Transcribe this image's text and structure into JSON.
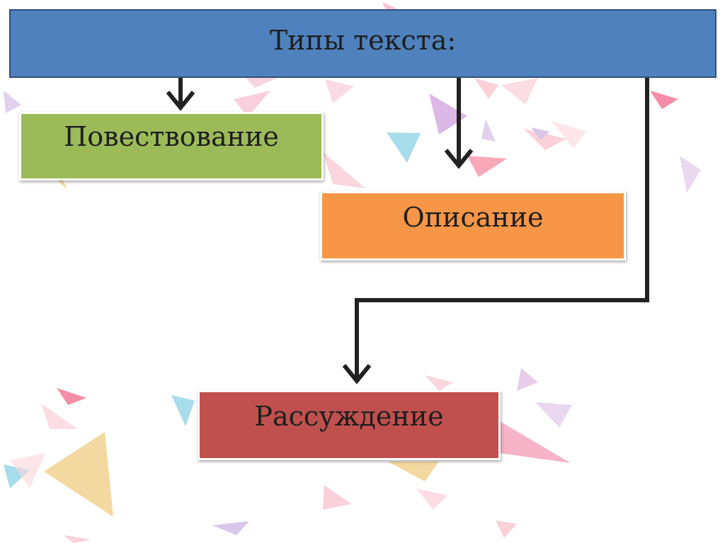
{
  "colors": {
    "root": "#4f81bd",
    "narration": "#9bbb59",
    "description": "#f79646",
    "reasoning": "#c0504d",
    "connector": "#222222"
  },
  "diagram": {
    "root": {
      "label": "Типы текста:"
    },
    "children": [
      {
        "key": "narration",
        "label": "Повествование"
      },
      {
        "key": "description",
        "label": "Описание"
      },
      {
        "key": "reasoning",
        "label": "Рассуждение"
      }
    ]
  }
}
